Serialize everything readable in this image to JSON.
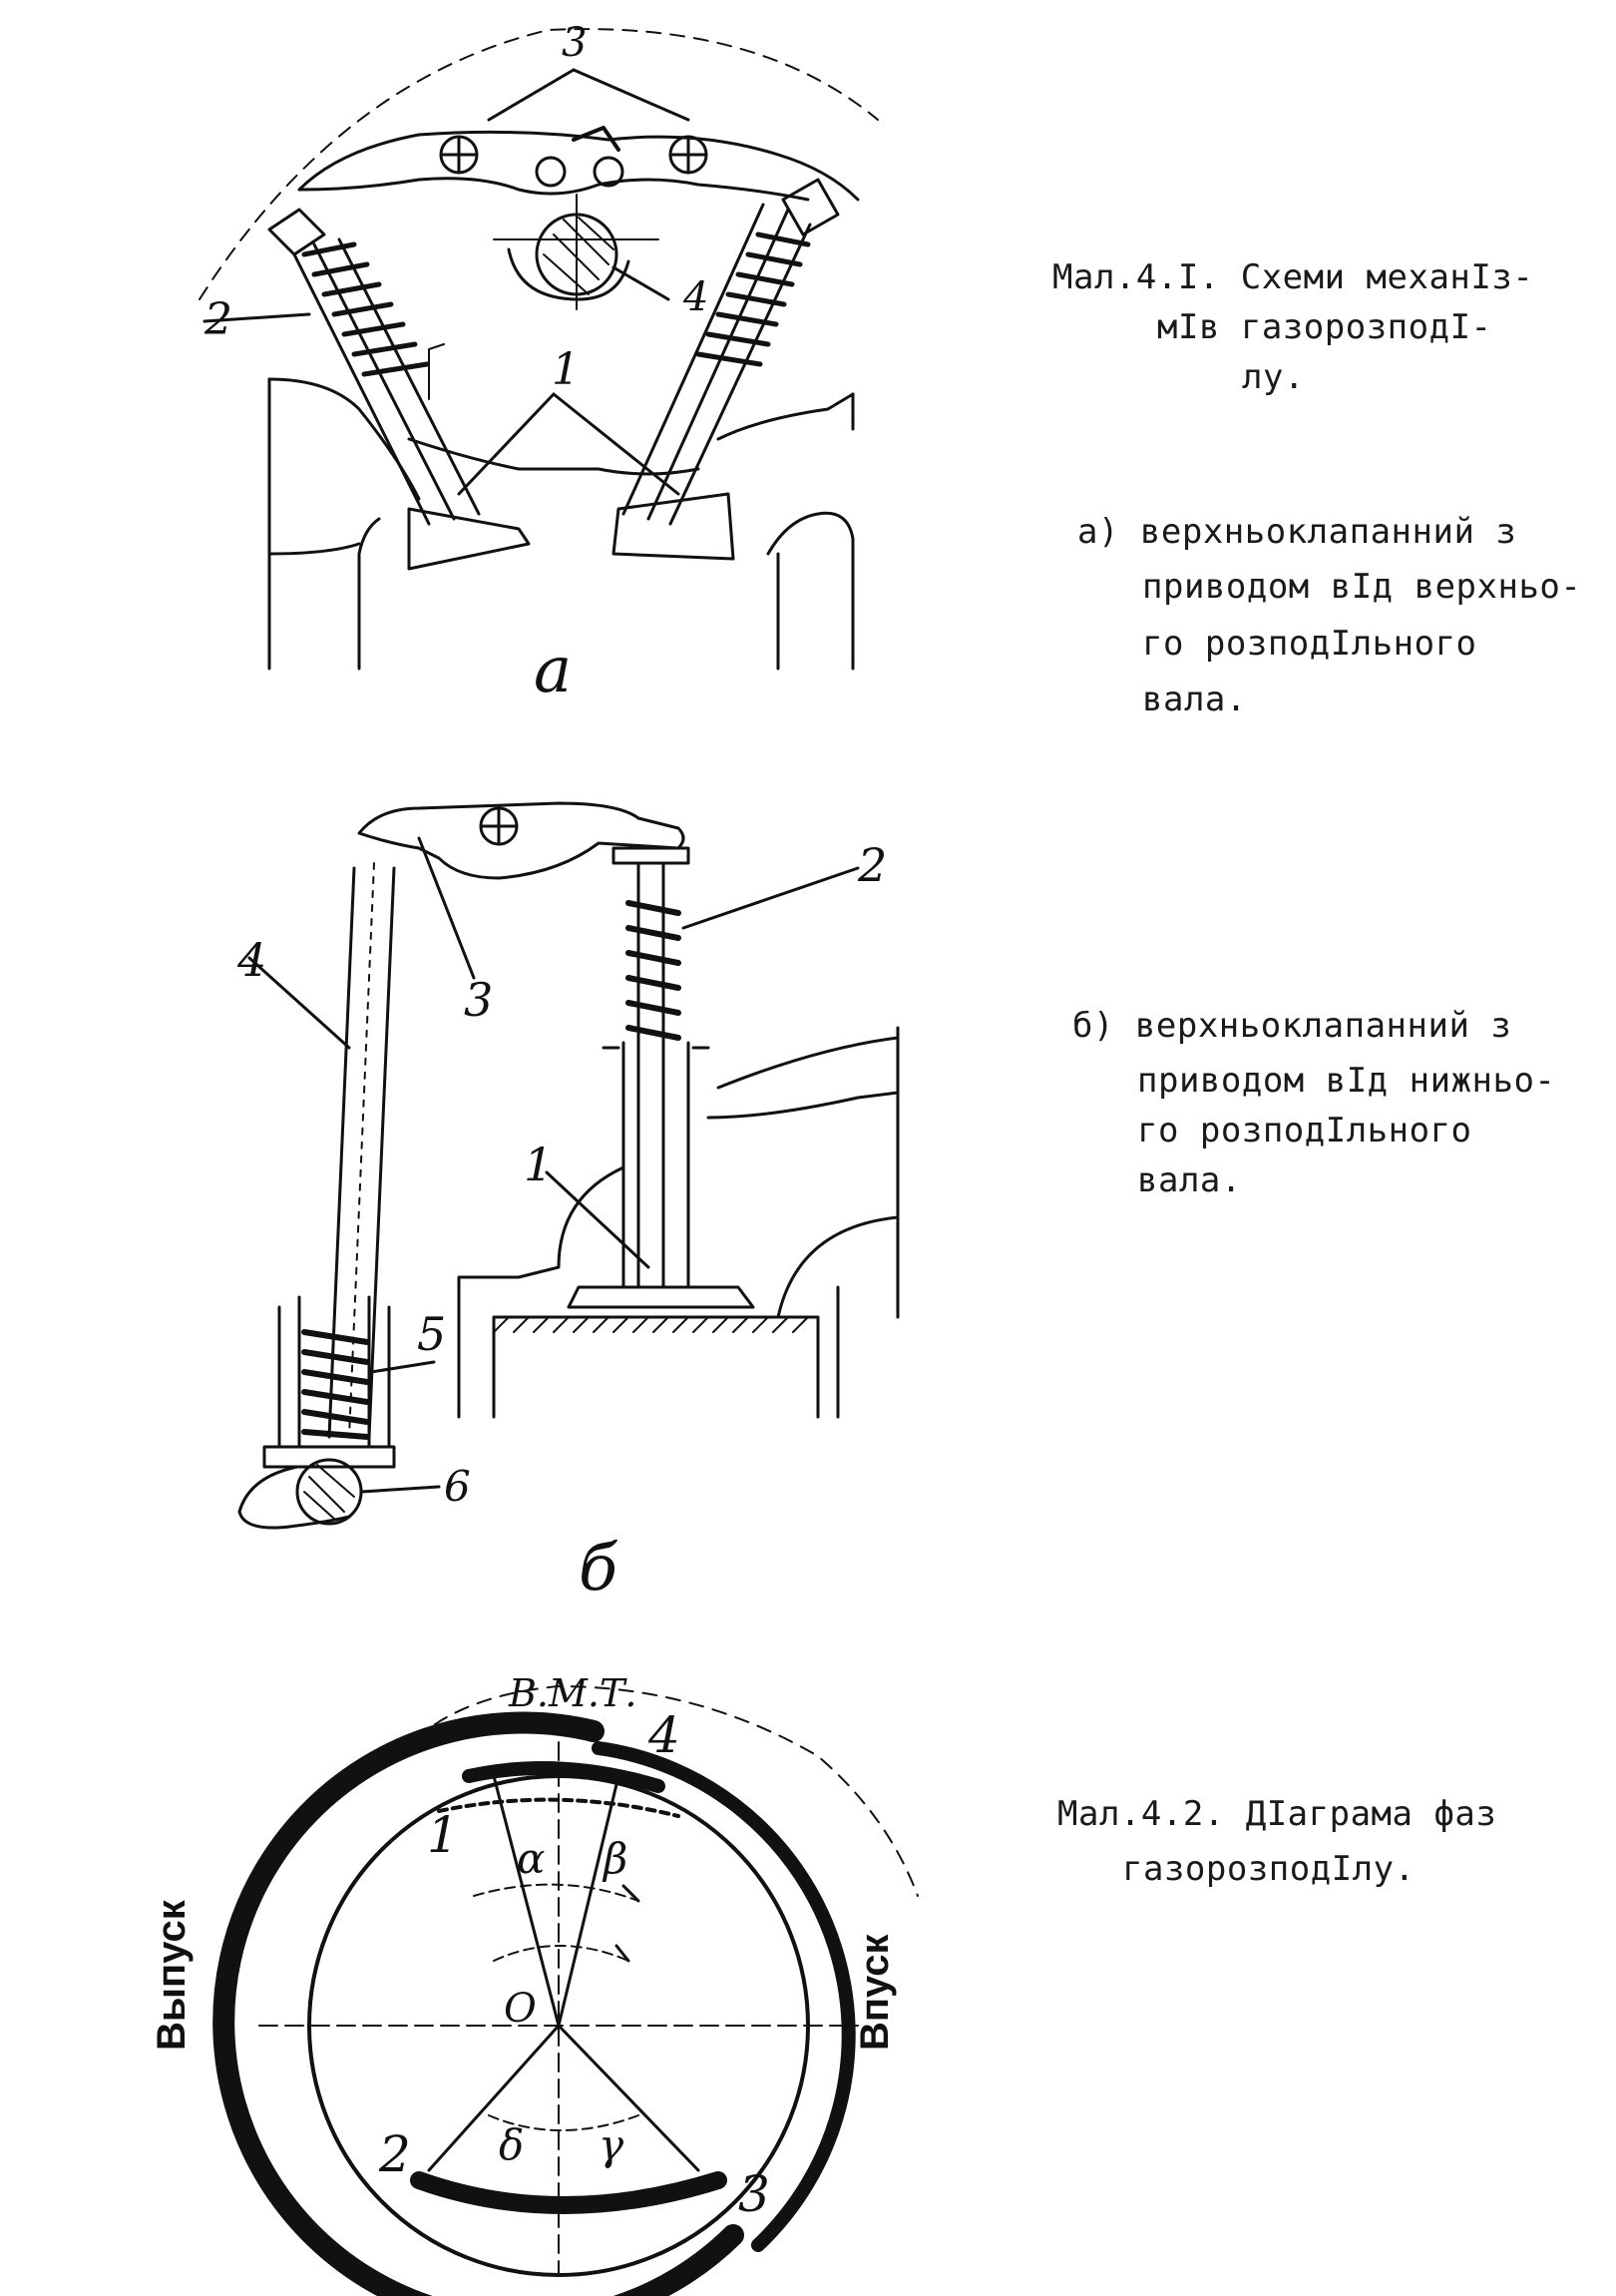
{
  "captions": {
    "fig41_title": "Мал.4.I. Схеми механIз-",
    "fig41_title_2": "мIв газорозподI-",
    "fig41_title_3": "лу.",
    "a_line1": "а) верхньоклапанний з",
    "a_line2": "приводом вIд верхньо-",
    "a_line3": "го розподIльного",
    "a_line4": "вала.",
    "b_line1": "б) верхньоклапанний з",
    "b_line2": "приводом вIд нижньо-",
    "b_line3": "го розподIльного",
    "b_line4": "вала.",
    "fig42_title": "Мал.4.2. ДIаграма фаз",
    "fig42_title_2": "газорозподIлу."
  },
  "fig_a": {
    "caption": "а",
    "labels": {
      "n1": "1",
      "n2": "2",
      "n3": "3",
      "n4": "4"
    }
  },
  "fig_b": {
    "caption": "б",
    "labels": {
      "n1": "1",
      "n2": "2",
      "n3": "3",
      "n4": "4",
      "n5": "5",
      "n6": "6"
    }
  },
  "fig_c": {
    "tdc": "В.М.Т.",
    "center": "О",
    "exhaust": "Выпуск",
    "intake": "Впуск",
    "angles": {
      "alpha": "α",
      "beta": "β",
      "gamma": "γ",
      "delta": "δ"
    },
    "labels": {
      "n1": "1",
      "n2": "2",
      "n3": "3",
      "n4": "4"
    }
  }
}
